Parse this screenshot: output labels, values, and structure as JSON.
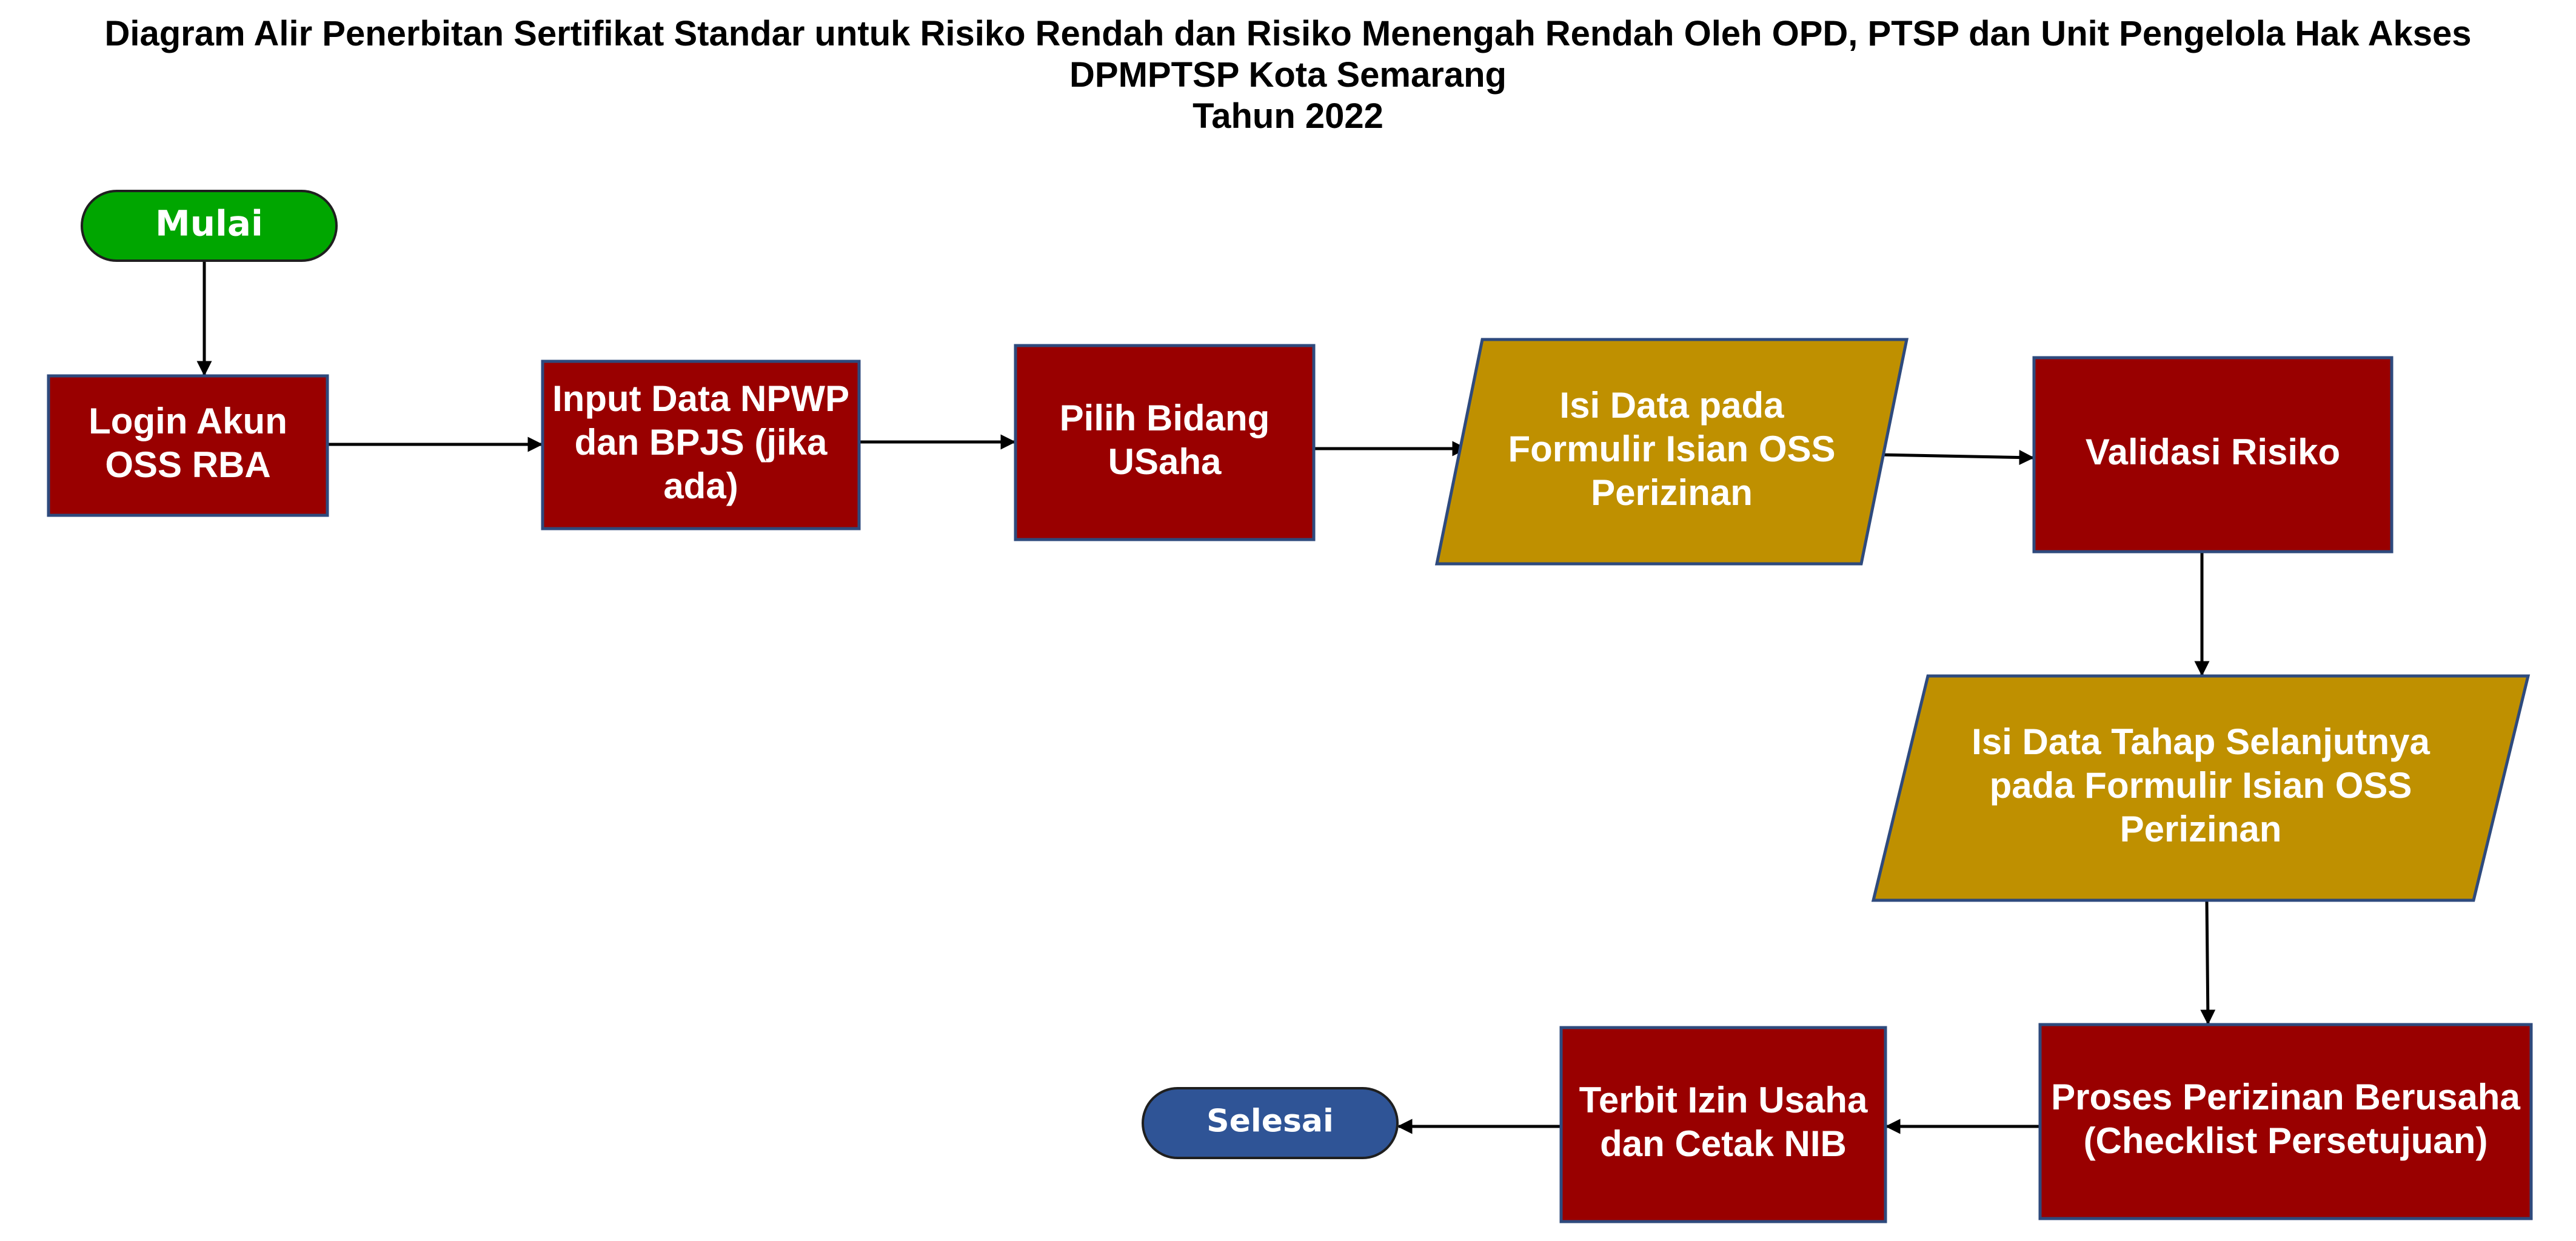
{
  "title": {
    "line1": "Diagram Alir Penerbitan Sertifikat Standar untuk Risiko Rendah dan Risiko Menengah Rendah Oleh OPD, PTSP dan Unit Pengelola Hak Akses",
    "line2": "DPMPTSP Kota Semarang",
    "line3": "Tahun 2022"
  },
  "colors": {
    "process_fill": "#990000",
    "data_fill": "#BF9000",
    "start_fill": "#00A600",
    "end_fill": "#2F5496",
    "border": "#2E4A7D",
    "text_on_dark": "#FFFFFF",
    "arrow": "#000000"
  },
  "nodes": {
    "start": {
      "shape": "terminator",
      "lines": [
        "Mulai"
      ]
    },
    "login": {
      "shape": "process",
      "lines": [
        "Login Akun",
        "OSS RBA"
      ]
    },
    "input_npwp": {
      "shape": "process",
      "lines": [
        "Input Data NPWP",
        "dan BPJS (jika",
        "ada)"
      ]
    },
    "pilih_bidang": {
      "shape": "process",
      "lines": [
        "Pilih Bidang",
        "USaha"
      ]
    },
    "isi_data": {
      "shape": "data",
      "lines": [
        "Isi Data pada",
        "Formulir Isian OSS",
        "Perizinan"
      ]
    },
    "validasi": {
      "shape": "process",
      "lines": [
        "Validasi Risiko"
      ]
    },
    "isi_data_lanjut": {
      "shape": "data",
      "lines": [
        "Isi Data Tahap Selanjutnya",
        "pada Formulir Isian OSS",
        "Perizinan"
      ]
    },
    "proses_perizinan": {
      "shape": "process",
      "lines": [
        "Proses Perizinan Berusaha",
        "(Checklist Persetujuan)"
      ]
    },
    "terbit_izin": {
      "shape": "process",
      "lines": [
        "Terbit Izin Usaha",
        "dan Cetak NIB"
      ]
    },
    "end": {
      "shape": "terminator",
      "lines": [
        "Selesai"
      ]
    }
  },
  "edges": [
    {
      "from": "start",
      "to": "login"
    },
    {
      "from": "login",
      "to": "input_npwp"
    },
    {
      "from": "input_npwp",
      "to": "pilih_bidang"
    },
    {
      "from": "pilih_bidang",
      "to": "isi_data"
    },
    {
      "from": "isi_data",
      "to": "validasi"
    },
    {
      "from": "validasi",
      "to": "isi_data_lanjut"
    },
    {
      "from": "isi_data_lanjut",
      "to": "proses_perizinan"
    },
    {
      "from": "proses_perizinan",
      "to": "terbit_izin"
    },
    {
      "from": "terbit_izin",
      "to": "end"
    }
  ]
}
